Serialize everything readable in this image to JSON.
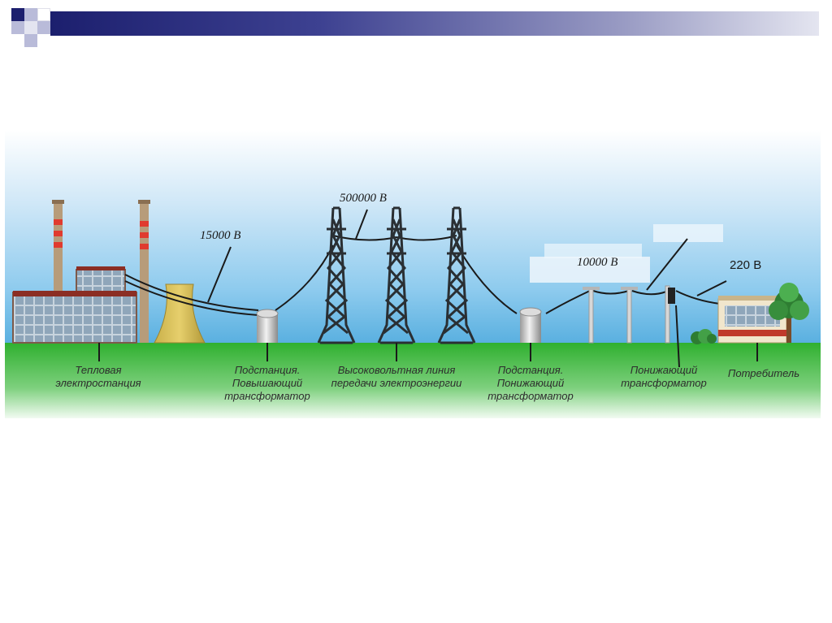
{
  "labels": {
    "plant": [
      "Тепловая",
      "электростанция"
    ],
    "step_up": [
      "Подстанция.",
      "Повышающий",
      "трансформатор"
    ],
    "line": [
      "Высоковольтная линия",
      "передачи электроэнергии"
    ],
    "step_down": [
      "Подстанция.",
      "Понижающий",
      "трансформатор"
    ],
    "pole_transformer": [
      "Понижающий",
      "трансформатор"
    ],
    "consumer": "Потребитель"
  },
  "voltages": {
    "v15000": "15000 В",
    "v500000": "500000 В",
    "v10000": "10000 В",
    "v220": "220 В"
  },
  "colors": {
    "sky_top": "#5ab0e0",
    "ground": "#2fb02f",
    "header": "#1c1f6e"
  }
}
